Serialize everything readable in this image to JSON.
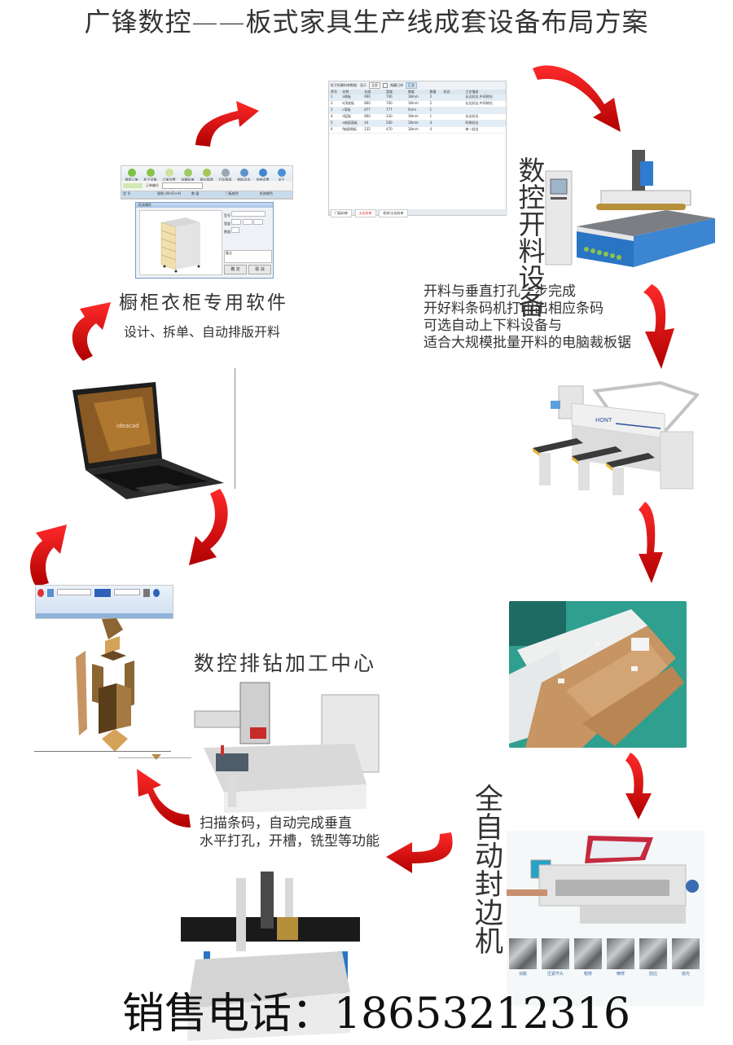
{
  "title": "广锋数控——板式家具生产线成套设备布局方案",
  "software": {
    "heading": "橱柜衣柜专用软件",
    "subheading": "设计、拆单、自动排版开料",
    "toolbar": [
      "搜索订单",
      "柜子设备",
      "订单设置",
      "拆解料单",
      "报价管理",
      "打印报表",
      "物料导出",
      "系统设置",
      "关于"
    ],
    "order_label": "订单编号",
    "columns": [
      "型 号",
      "规格 (W×D×H)",
      "数 量",
      "门板颜色",
      "柜体颜色"
    ],
    "dialog": {
      "title": "柜体属性",
      "fields": [
        "型号",
        "宽度",
        "数量"
      ],
      "ok": "确 定",
      "cancel": "取 消",
      "note_label": "备注"
    }
  },
  "parts_table": {
    "header_label": "柜子拆解料单数据：显示",
    "select_value": "全部",
    "checkbox_label": "隐藏已排",
    "button": "汇总",
    "columns": [
      "序号",
      "名称",
      "长度",
      "宽度",
      "厚度",
      "数量",
      "封边",
      "工艺描述"
    ],
    "rows": [
      [
        "1",
        "a侧板",
        "900",
        "700",
        "18mm",
        "2",
        "",
        "长边封边,中间排钻"
      ],
      [
        "2",
        "b顶底板",
        "860",
        "700",
        "18mm",
        "2",
        "",
        "长边封边,中间排钻"
      ],
      [
        "3",
        "c背板",
        "877",
        "777",
        "5mm",
        "1",
        "",
        ""
      ],
      [
        "4",
        "d层板",
        "860",
        "330",
        "18mm",
        "1",
        "",
        "长边封边"
      ],
      [
        "5",
        "e抽面面板",
        "44",
        "200",
        "18mm",
        "4",
        "",
        "四周封边"
      ],
      [
        "6",
        "f抽屉侧板",
        "232",
        "470",
        "18mm",
        "4",
        "",
        "单一封边"
      ]
    ],
    "tabs": [
      "门板料单",
      "五金料单",
      "柜体/五金料单"
    ]
  },
  "cutting": {
    "label": "数控开料设备",
    "description": [
      "开料与垂直打孔一步完成",
      "开好料条码机打印出相应条码",
      "可选自动上下料设备与",
      "适合大规模批量开料的电脑裁板锯"
    ]
  },
  "drilling": {
    "heading": "数控排钻加工中心",
    "description": [
      "扫描条码，自动完成垂直",
      "水平打孔，开槽，铣型等功能"
    ]
  },
  "edge_banding": {
    "label": "全自动封边机",
    "thumbs": [
      "涂胶",
      "压紧齐头",
      "粗修",
      "精修",
      "刮边",
      "抛光"
    ]
  },
  "laptop_screen_text": "ideacad",
  "saw_brand": "HONT",
  "contact": {
    "label": "销售电话：",
    "phone": "18653212316"
  },
  "colors": {
    "arrow_red": "#d41414",
    "machine_blue": "#2a74c4",
    "wood": "#c79563",
    "teal_floor": "#2f9f90"
  }
}
